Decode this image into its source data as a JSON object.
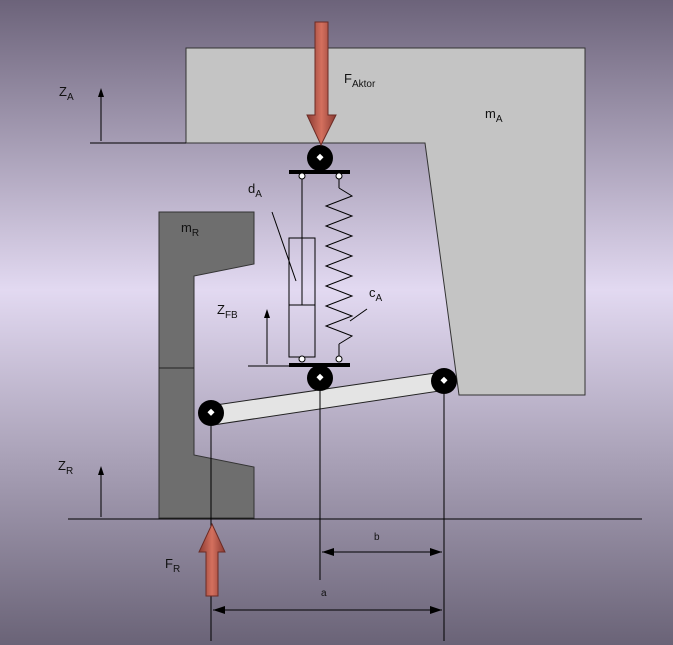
{
  "labels": {
    "z_a": {
      "main": "Z",
      "sub": "A"
    },
    "f_aktor": {
      "main": "F",
      "sub": "Aktor"
    },
    "m_a": {
      "main": "m",
      "sub": "A"
    },
    "d_a": {
      "main": "d",
      "sub": "A"
    },
    "m_r": {
      "main": "m",
      "sub": "R"
    },
    "z_fb": {
      "main": "Z",
      "sub": "FB"
    },
    "c_a": {
      "main": "c",
      "sub": "A"
    },
    "z_r": {
      "main": "Z",
      "sub": "R"
    },
    "f_r": {
      "main": "F",
      "sub": "R"
    },
    "b": "b",
    "a": "a"
  },
  "colors": {
    "background_top": "#6c637a",
    "background_mid": "#e2d9f1",
    "background_bottom": "#6a6377",
    "mass_a": "#c4c4c4",
    "mass_r": "#6e6e6e",
    "lever": "#e4e4e4",
    "force_arrow": "#d4705e",
    "force_arrow_dark": "#8a3a32",
    "line": "#000000"
  }
}
